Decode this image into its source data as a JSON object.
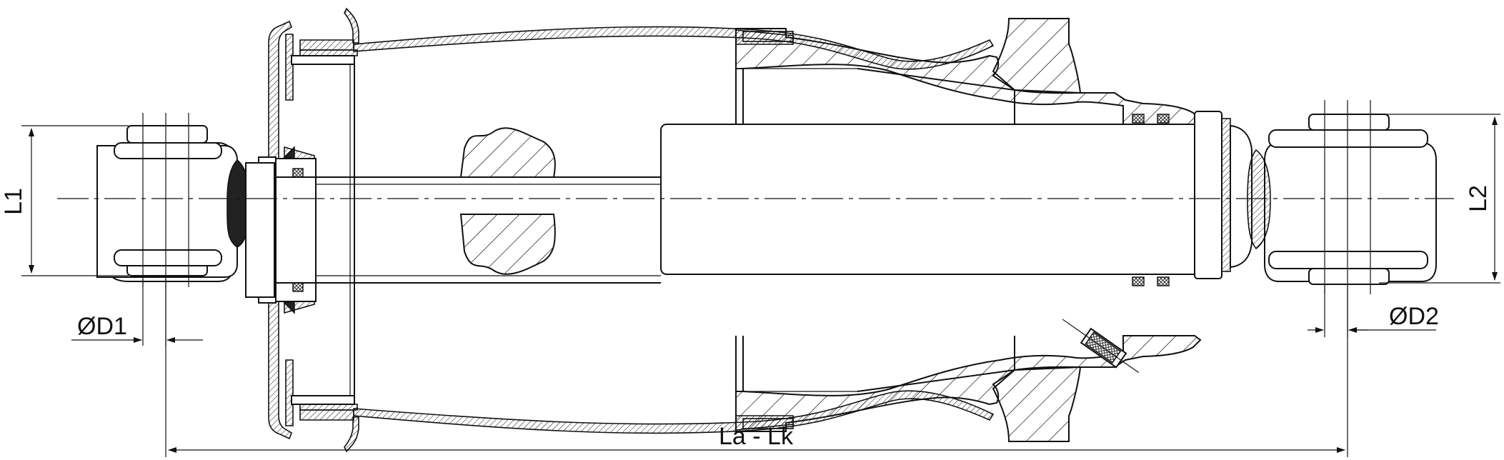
{
  "dimensions": {
    "l1": "L1",
    "l2": "L2",
    "d1": "ØD1",
    "d2": "ØD2",
    "length": "La - Lk"
  }
}
